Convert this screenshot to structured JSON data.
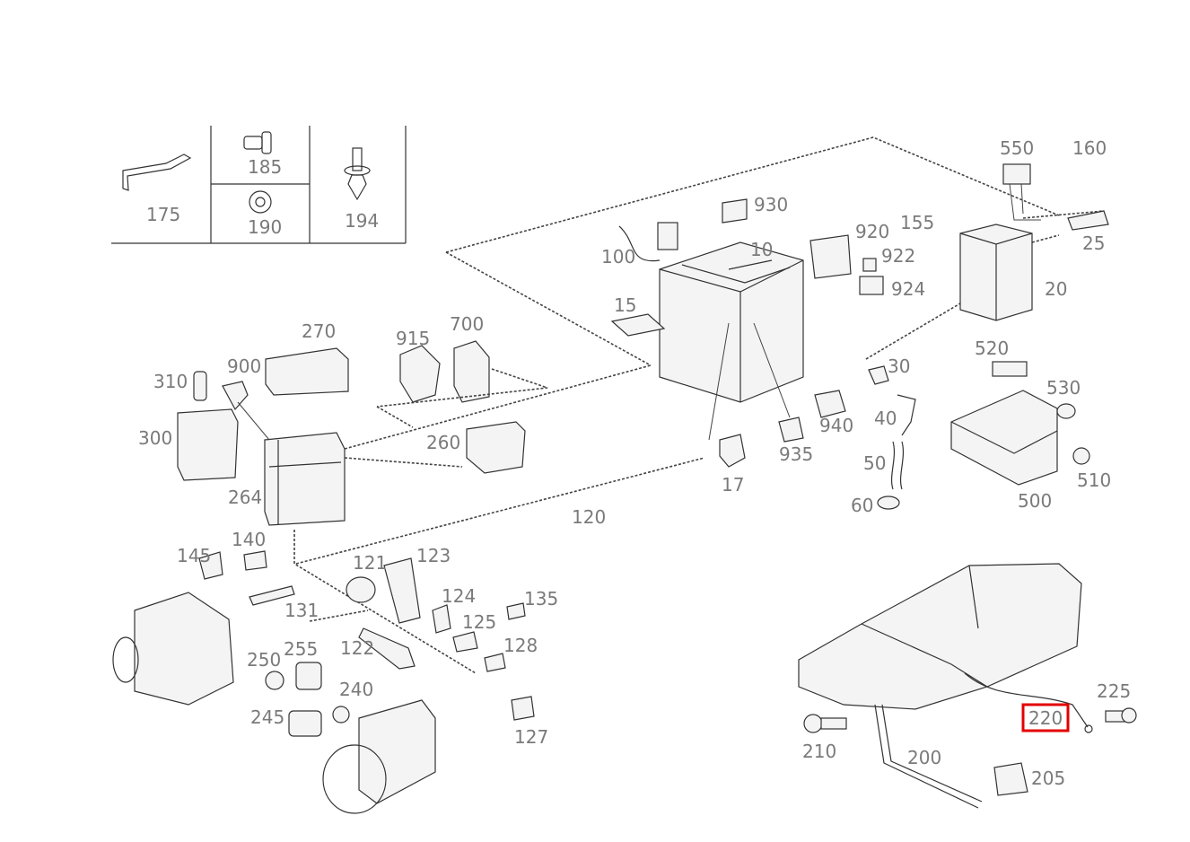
{
  "diagram": {
    "part_labels": {
      "p175": "175",
      "p185": "185",
      "p190": "190",
      "p194": "194",
      "p550": "550",
      "p160": "160",
      "p155": "155",
      "p25": "25",
      "p930": "930",
      "p100": "100",
      "p10": "10",
      "p920": "920",
      "p922": "922",
      "p924": "924",
      "p20": "20",
      "p15": "15",
      "p270": "270",
      "p700": "700",
      "p915": "915",
      "p900": "900",
      "p310": "310",
      "p520": "520",
      "p530": "530",
      "p30": "30",
      "p40": "40",
      "p940": "940",
      "p935": "935",
      "p300": "300",
      "p260": "260",
      "p264": "264",
      "p17": "17",
      "p50": "50",
      "p500": "500",
      "p510": "510",
      "p60": "60",
      "p120": "120",
      "p145": "145",
      "p140": "140",
      "p121": "121",
      "p123": "123",
      "p124": "124",
      "p135": "135",
      "p131": "131",
      "p125": "125",
      "p128": "128",
      "p250": "250",
      "p255": "255",
      "p122": "122",
      "p240": "240",
      "p245": "245",
      "p127": "127",
      "p225": "225",
      "p220": "220",
      "p210": "210",
      "p200": "200",
      "p205": "205"
    },
    "highlighted_part": "220",
    "highlight_color": "#e30000",
    "icons": [
      "battery",
      "alternator",
      "starter-motor",
      "transmission",
      "fuse-box",
      "relay",
      "ground-cable"
    ]
  }
}
